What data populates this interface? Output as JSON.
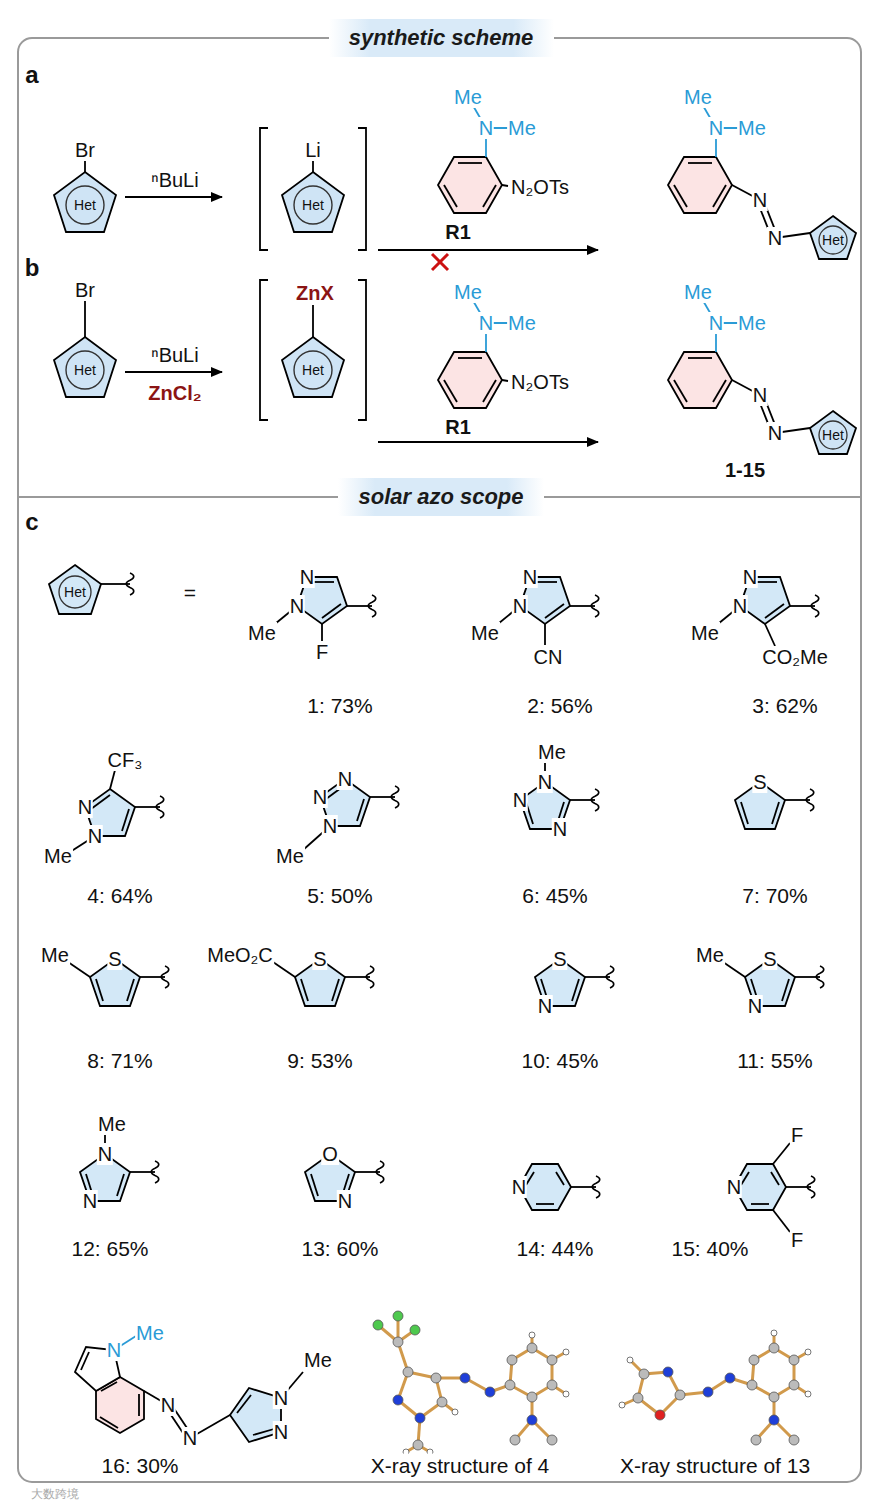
{
  "diagram": {
    "nodes": [
      {
        "text": [
          "synthetic scheme"
        ]
      },
      {
        "text": [
          "solar azo scope"
        ]
      }
    ],
    "labels": [
      "a",
      "Br",
      "Het",
      "ⁿBuLi",
      "Li",
      "Het",
      "Me",
      "N",
      "Me",
      "N₂OTs",
      "R1",
      "Me",
      "N",
      "Me",
      "N",
      "N",
      "Het",
      "b",
      "Br",
      "Het",
      "ⁿBuLi",
      "ZnCl₂",
      "ZnX",
      "Het",
      "Me",
      "N",
      "Me",
      "N₂OTs",
      "R1",
      "Me",
      "N",
      "Me",
      "N",
      "N",
      "Het",
      "1-15",
      "c",
      "Het",
      "=",
      "N",
      "N",
      "Me",
      "F",
      "1: 73%",
      "N",
      "N",
      "Me",
      "CN",
      "2: 56%",
      "N",
      "N",
      "Me",
      "CO₂Me",
      "3: 62%",
      "CF₃",
      "N",
      "N",
      "Me",
      "4: 64%",
      "N",
      "N",
      "N",
      "Me",
      "5: 50%",
      "Me",
      "N",
      "N",
      "N",
      "6: 45%",
      "S",
      "7: 70%",
      "Me",
      "S",
      "8: 71%",
      "MeO₂C",
      "S",
      "9: 53%",
      "S",
      "N",
      "10: 45%",
      "Me",
      "S",
      "N",
      "11: 55%",
      "Me",
      "N",
      "N",
      "12: 65%",
      "O",
      "N",
      "13: 60%",
      "N",
      "14: 44%",
      "F",
      "N",
      "F",
      "15: 40%",
      "N",
      "Me",
      "N",
      "N",
      "N",
      "Me",
      "N",
      "16: 30%",
      "X-ray structure of 4",
      "X-ray structure of 13",
      "大数跨境"
    ]
  }
}
